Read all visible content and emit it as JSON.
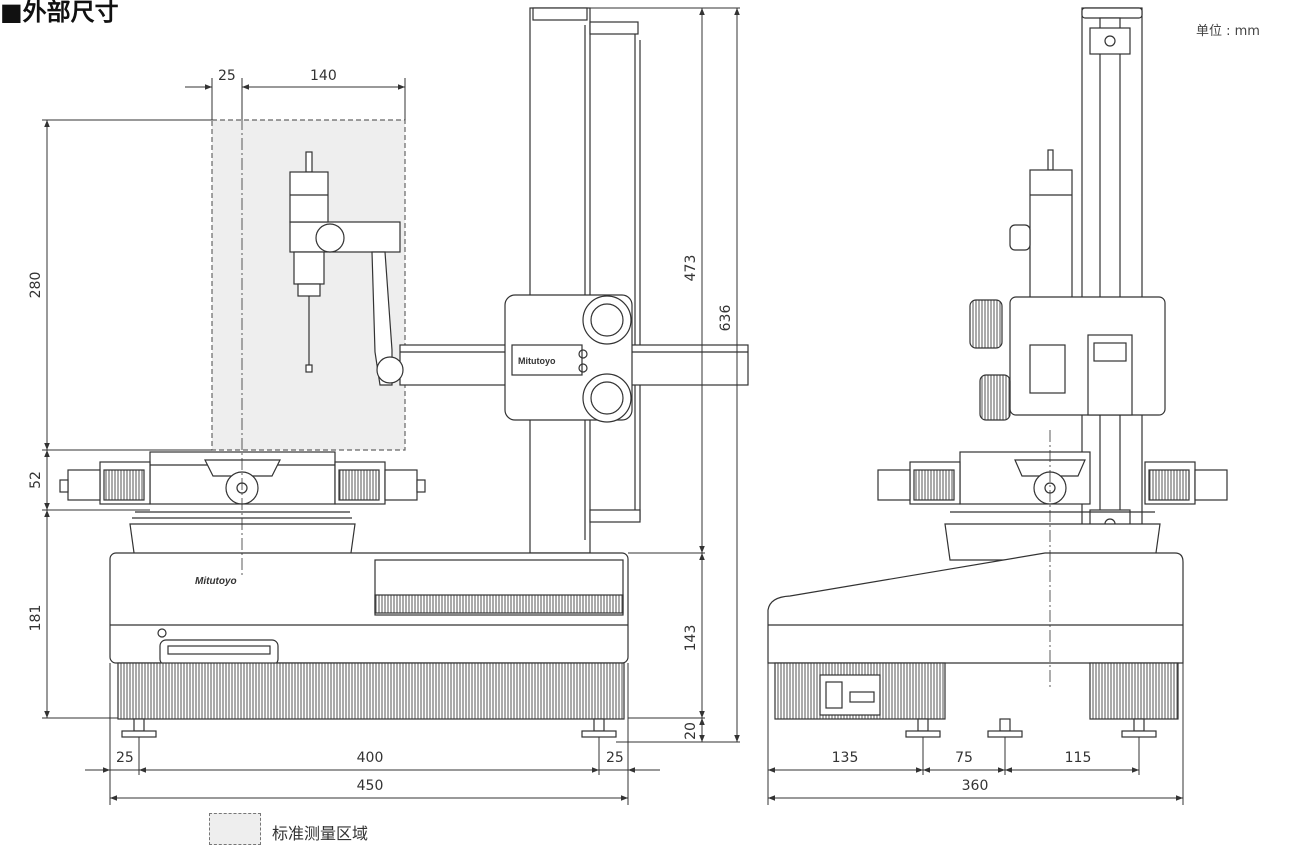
{
  "title": "■外部尺寸",
  "unit_label": "单位 : mm",
  "legend": {
    "label": "标准测量区域"
  },
  "brand_text": "Mitutoyo",
  "front_view": {
    "dimensions": {
      "probe_offset": "25",
      "area_width": "140",
      "area_height": "280",
      "table_height": "52",
      "base_height": "181",
      "column_height": "473",
      "total_height": "636",
      "base_upper": "143",
      "foot_height": "20",
      "foot_inset_left": "25",
      "foot_span": "400",
      "foot_inset_right": "25",
      "total_width": "450"
    }
  },
  "side_view": {
    "dimensions": {
      "seg1": "135",
      "seg2": "75",
      "seg3": "115",
      "total_depth": "360"
    }
  }
}
